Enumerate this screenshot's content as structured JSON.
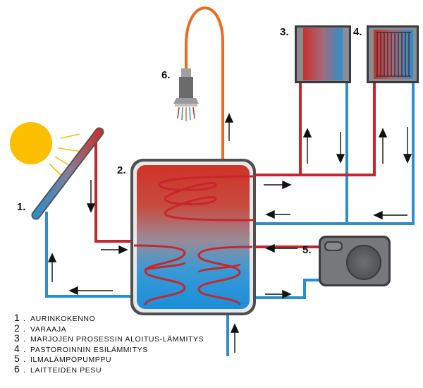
{
  "labels": {
    "collector": "1.",
    "tank": "2.",
    "exchanger_berries": "3.",
    "exchanger_pasteur": "4.",
    "heat_pump": "5.",
    "washer": "6."
  },
  "legend": [
    {
      "num": "1",
      "text": "AURINKOKENNO"
    },
    {
      "num": "2",
      "text": "VARAAJA"
    },
    {
      "num": "3",
      "text": "MARJOJEN PROSESSIN ALOITUS-LÄMMITYS"
    },
    {
      "num": "4",
      "text": "PASTOROINNIN ESILÄMMITYS"
    },
    {
      "num": "5",
      "text": "ILMALÄMPÖPUMPPU"
    },
    {
      "num": "6",
      "text": "LAITTEIDEN PESU"
    }
  ],
  "colors": {
    "hot": "#c8262c",
    "cold": "#2a8fd0",
    "hose": "#ec6c1e",
    "sun": "#fbbf00",
    "tank_outline": "#4f4f4f",
    "pump": "#7a7c80"
  }
}
